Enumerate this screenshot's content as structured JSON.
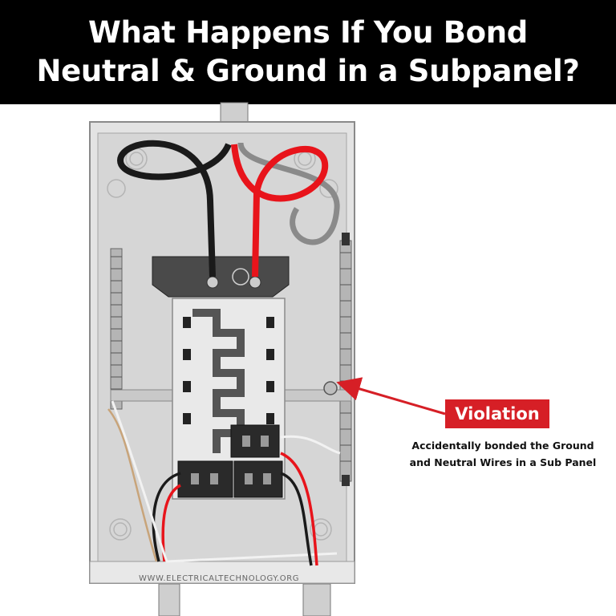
{
  "title": {
    "line1": "What Happens If You Bond",
    "line2": "Neutral & Ground in a Subpanel?"
  },
  "annotation": {
    "badge_label": "Violation",
    "caption_line1": "Accidentally bonded the Ground",
    "caption_line2": "and Neutral Wires  in a Sub Panel"
  },
  "watermark": "WWW.ELECTRICALTECHNOLOGY.ORG",
  "colors": {
    "title_background": "#000000",
    "title_text": "#ffffff",
    "badge": "#d61f26",
    "arrow": "#d61f26",
    "hot_wire_red": "#e8141b",
    "hot_wire_black": "#1a1a1a",
    "neutral_wire": "#f2f2f2",
    "ground_wire": "#c8a47a",
    "panel": "#dcdcdc"
  },
  "icons": [
    "light-bulb-icon"
  ]
}
